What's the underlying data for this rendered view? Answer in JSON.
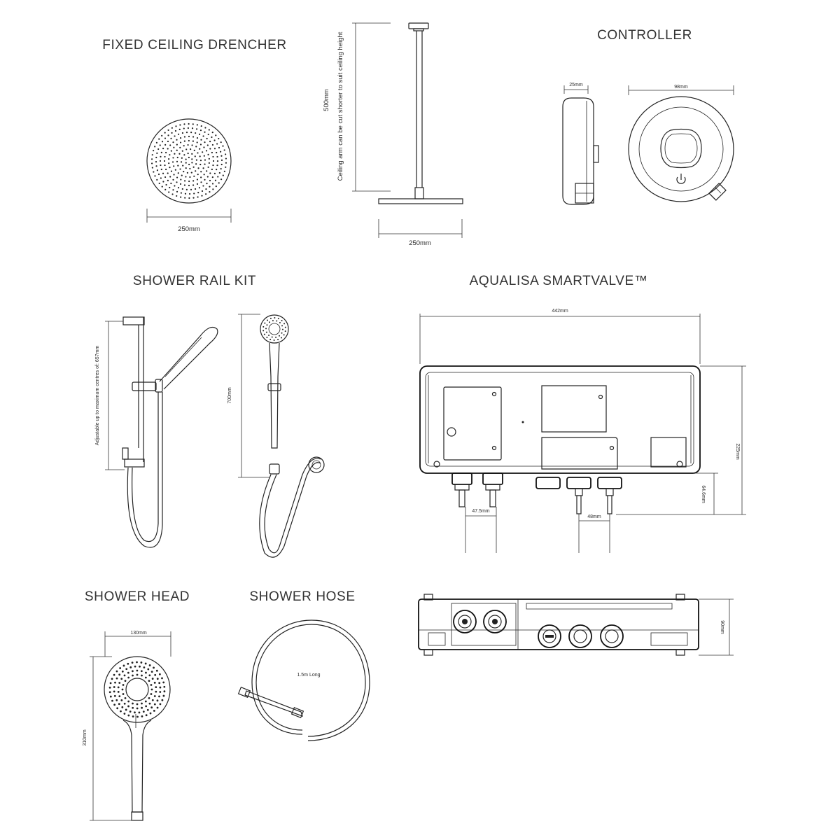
{
  "titles": {
    "fixed_ceiling_drencher": "FIXED CEILING DRENCHER",
    "controller": "CONTROLLER",
    "shower_rail_kit": "SHOWER RAIL KIT",
    "smartvalve": "AQUALISA SMARTVALVE™",
    "shower_head": "SHOWER HEAD",
    "shower_hose": "SHOWER HOSE"
  },
  "dimensions": {
    "drencher_width": "250mm",
    "arm_length": "500mm",
    "arm_note": "Ceiling arm can be cut shorter to suit ceiling height",
    "arm_head_width": "250mm",
    "controller_depth": "25mm",
    "controller_width": "98mm",
    "rail_adjust_note": "Adjustable up to maximum centres of: 657mm",
    "rail_height": "700mm",
    "valve_width": "442mm",
    "valve_height": "225mm",
    "valve_outlet_drop": "64.6mm",
    "valve_inlet_spacing": "47.5mm",
    "valve_outlet_spacing": "48mm",
    "valve_depth": "90mm",
    "head_width": "130mm",
    "head_length": "310mm",
    "hose_length": "1.5m Long"
  },
  "icons": {
    "power": "power-icon"
  }
}
